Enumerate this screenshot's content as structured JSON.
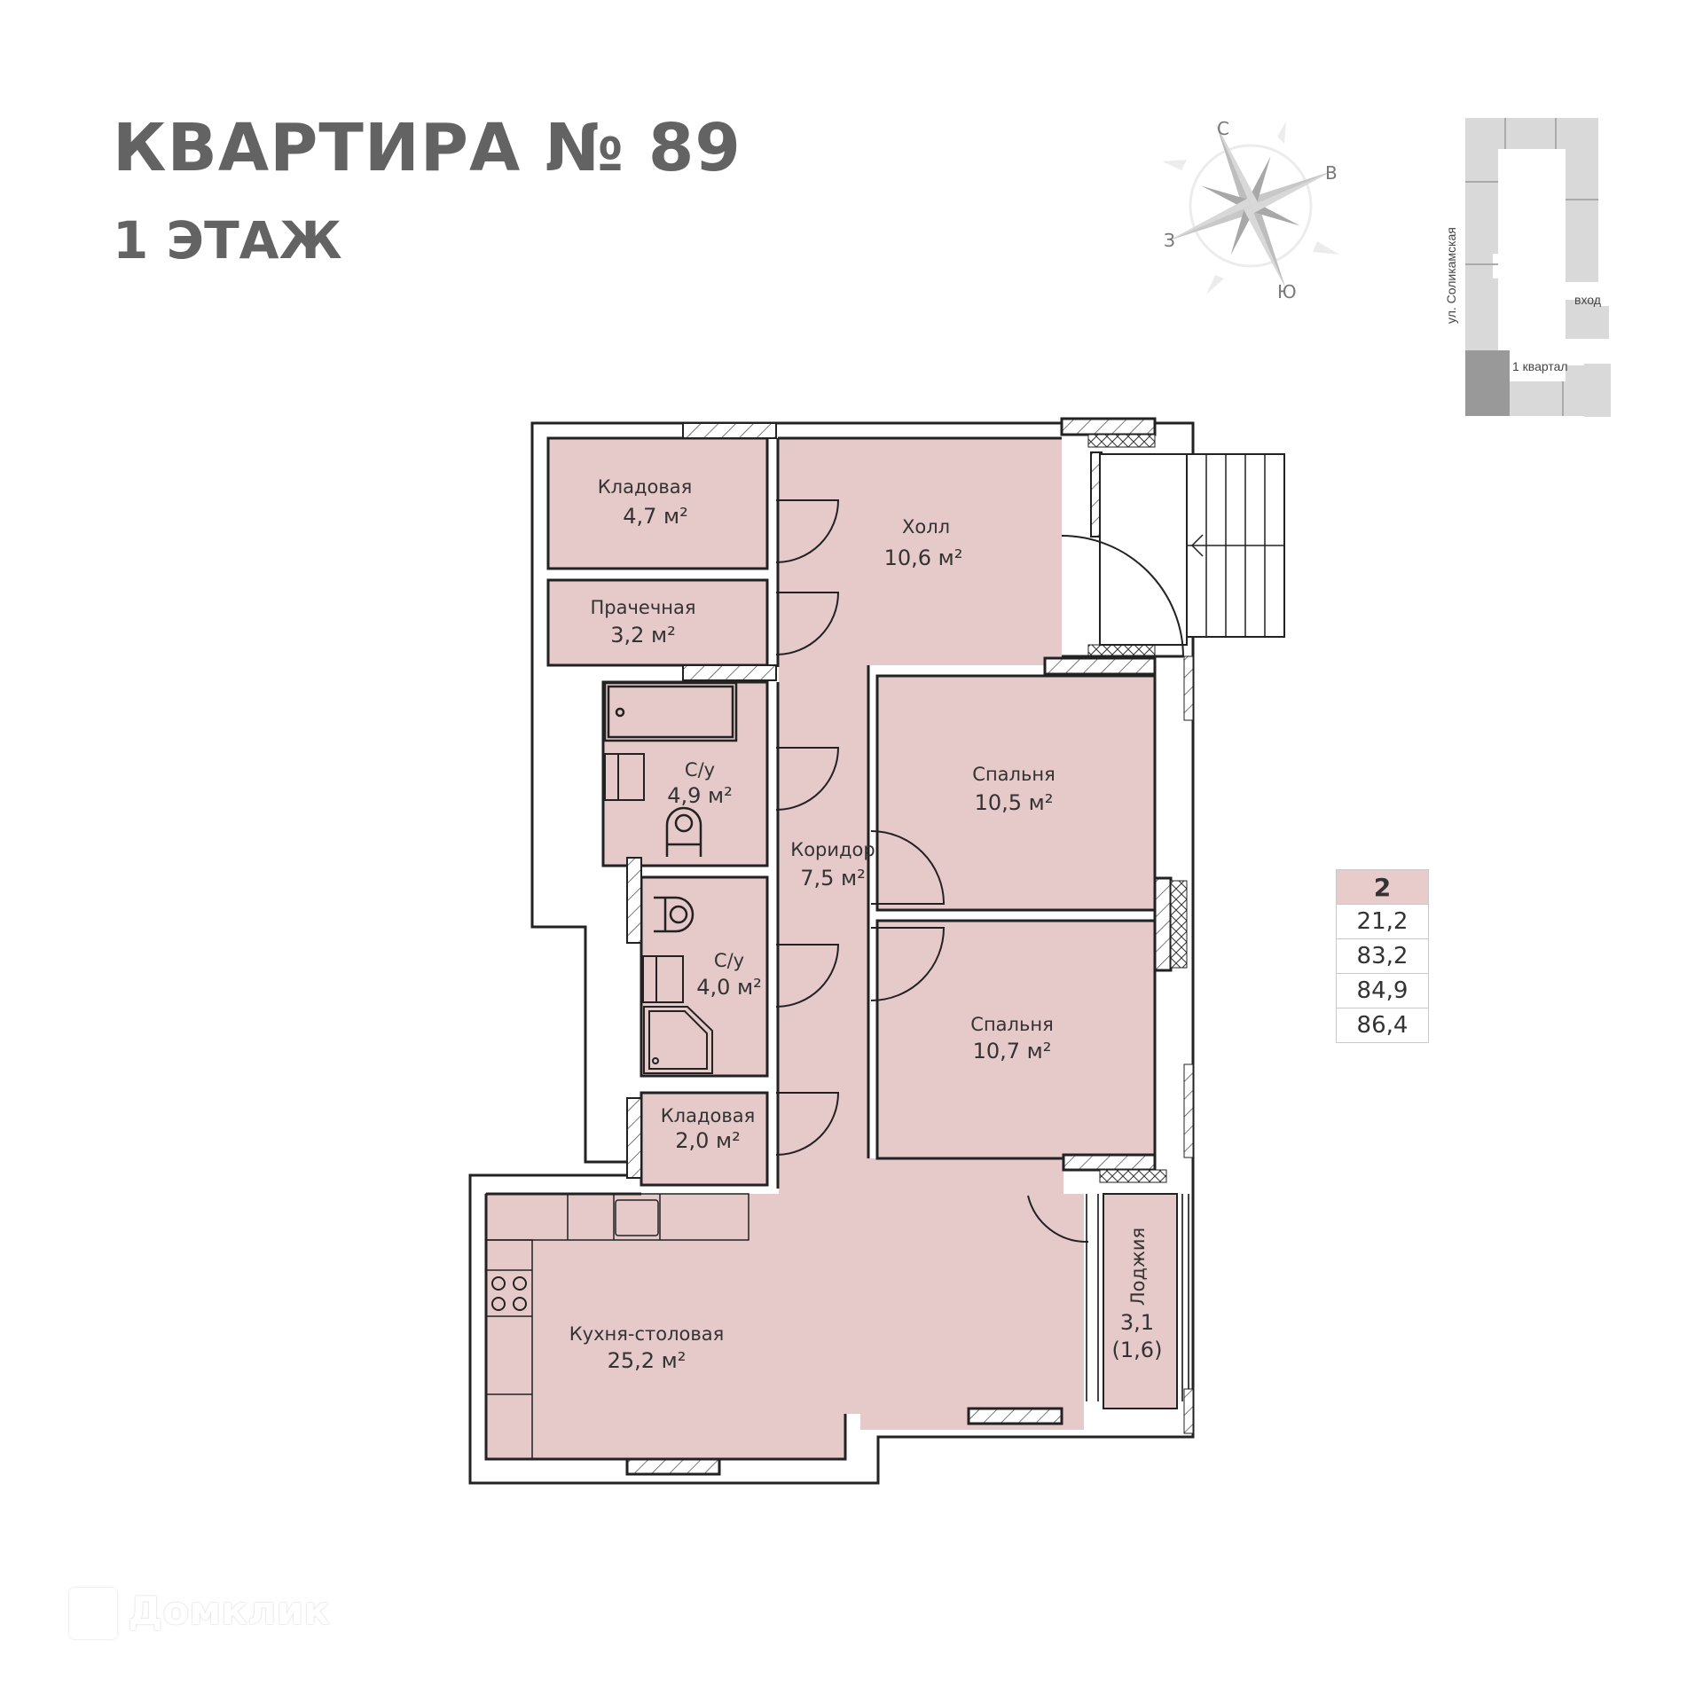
{
  "header": {
    "title": "КВАРТИРА № 89",
    "floor": "1 ЭТАЖ"
  },
  "compass": {
    "north": "С",
    "east": "В",
    "south": "Ю",
    "west": "З"
  },
  "site_map": {
    "street": "ул. Соликамская",
    "entry": "вход",
    "block": "1 квартал"
  },
  "rooms": [
    {
      "name": "Кладовая",
      "area": "4,7 м²"
    },
    {
      "name": "Холл",
      "area": "10,6 м²"
    },
    {
      "name": "Прачечная",
      "area": "3,2 м²"
    },
    {
      "name": "С/у",
      "area": "4,9 м²"
    },
    {
      "name": "Коридор",
      "area": "7,5 м²"
    },
    {
      "name": "Спальня",
      "area": "10,5 м²"
    },
    {
      "name": "С/у",
      "area": "4,0 м²"
    },
    {
      "name": "Спальня",
      "area": "10,7 м²"
    },
    {
      "name": "Кладовая",
      "area": "2,0 м²"
    },
    {
      "name": "Кухня-столовая",
      "area": "25,2 м²"
    },
    {
      "name": "Лоджия",
      "area": "3,1",
      "area_reduced": "(1,6)"
    }
  ],
  "area_table": {
    "rooms_count": "2",
    "rows": [
      "21,2",
      "83,2",
      "84,9",
      "86,4"
    ]
  },
  "colors": {
    "room_fill": "#e6cac9",
    "title": "#636363",
    "table_header": "#e8cccc"
  },
  "watermark": "Домклик"
}
